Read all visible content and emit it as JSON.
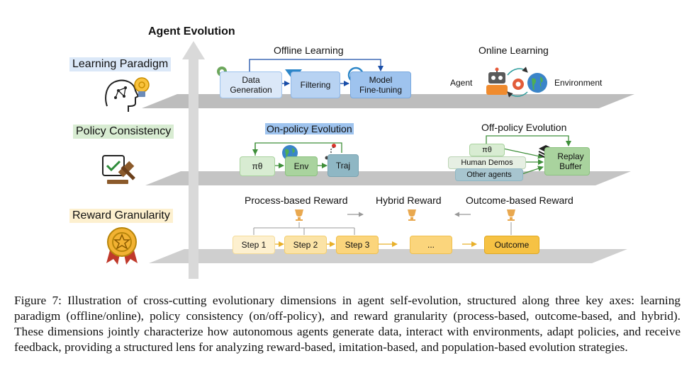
{
  "axis_title": "Agent Evolution",
  "colors": {
    "blue": "#9ec3ee",
    "blue_label": "#dbe8f8",
    "green": "#a9d39e",
    "green_label": "#d8ecd2",
    "yellow": "#fbd57c",
    "yellow_label": "#fdf0cf",
    "yellow_dark": "#f6c244",
    "teal": "#8fb7c4",
    "plane": "#b9b9b9",
    "arrow": "#d4d4d4"
  },
  "layers": {
    "learning": {
      "label": "Learning Paradigm",
      "offline_title": "Offline Learning",
      "online_title": "Online Learning",
      "data_generation": "Data\nGeneration",
      "filtering": "Filtering",
      "model_finetuning": "Model\nFine-tuning",
      "agent": "Agent",
      "environment": "Environment",
      "icons": [
        "brain-head-icon",
        "lightbulb-icon",
        "gear-folder-icon",
        "funnel-icon",
        "refresh-model-icon",
        "robot-icon",
        "gear-icon",
        "globe-icon"
      ]
    },
    "policy": {
      "label": "Policy Consistency",
      "on_policy_title": "On-policy Evolution",
      "off_policy_title": "Off-policy Evolution",
      "pi_theta": "πθ",
      "env": "Env",
      "traj": "Traj",
      "off_pi_theta": "πθ",
      "human_demos": "Human Demos",
      "other_agents": "Other agents",
      "replay_buffer": "Replay\nBuffer",
      "icons": [
        "gavel-check-icon",
        "globe-icon",
        "trajectory-icon",
        "stack-icon"
      ]
    },
    "reward": {
      "label": "Reward Granularity",
      "process_title": "Process-based Reward",
      "hybrid_title": "Hybrid Reward",
      "outcome_title": "Outcome-based Reward",
      "steps": [
        "Step 1",
        "Step 2",
        "Step 3",
        "..."
      ],
      "outcome": "Outcome",
      "icons": [
        "medal-icon",
        "trophy-icon"
      ]
    }
  },
  "caption": "Figure 7: Illustration of cross-cutting evolutionary dimensions in agent self-evolution, structured along three key axes: learning paradigm (offline/online), policy consistency (on/off-policy), and reward granularity (process-based, outcome-based, and hybrid). These dimensions jointly characterize how autonomous agents generate data, interact with environments, adapt policies, and receive feedback, providing a structured lens for analyzing reward-based, imitation-based, and population-based evolution strategies."
}
